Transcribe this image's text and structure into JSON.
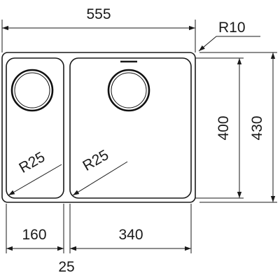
{
  "drawing": {
    "dimensions": {
      "overall_width": "555",
      "corner_radius": "R10",
      "basin_height": "400",
      "overall_height": "430",
      "small_basin_width": "160",
      "large_basin_width": "340",
      "divider_width": "25"
    },
    "radius_labels": {
      "small_basin": "R25",
      "large_basin": "R25"
    },
    "colors": {
      "line": "#1a1a1a",
      "background": "#ffffff"
    }
  }
}
